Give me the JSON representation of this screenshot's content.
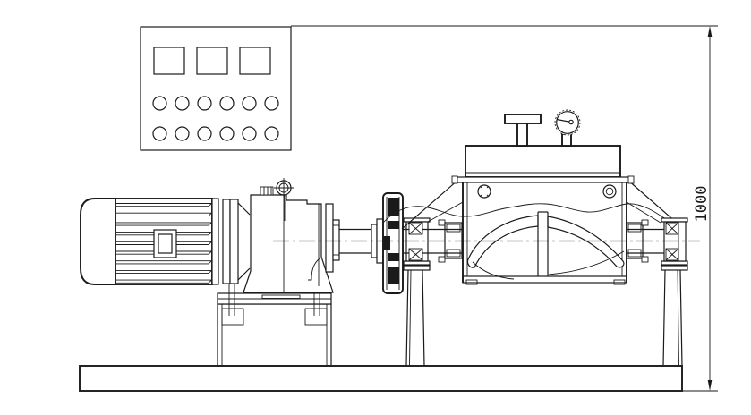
{
  "drawing": {
    "title": "sigma-blade-kneader-assembly-drawing",
    "background_color": "#ffffff",
    "line_color": "#1a1a1a",
    "components": [
      "control-panel",
      "electric-motor",
      "motor-terminal-box",
      "motor-flange",
      "gear-reducer",
      "breather-cap",
      "oil-filler-plug",
      "output-shaft",
      "gear-coupling",
      "bearing-block-left",
      "stuffing-box-left",
      "kneader-chamber",
      "chamber-lid",
      "hand-wheel",
      "pressure-gauge",
      "bolt-hole-left",
      "bolt-hole-right",
      "material-level-line",
      "sigma-blade",
      "stuffing-box-right",
      "bearing-block-right",
      "support-leg-left",
      "support-leg-right",
      "gearbox-pedestal",
      "base-frame",
      "shaft-centerline",
      "height-dimension"
    ]
  },
  "dimension_annotation": {
    "label": "1000"
  },
  "control_panel": {
    "displays": 3,
    "indicator_rows": 2,
    "indicators_per_row": 6
  },
  "motor": {
    "fin_count": 9
  }
}
